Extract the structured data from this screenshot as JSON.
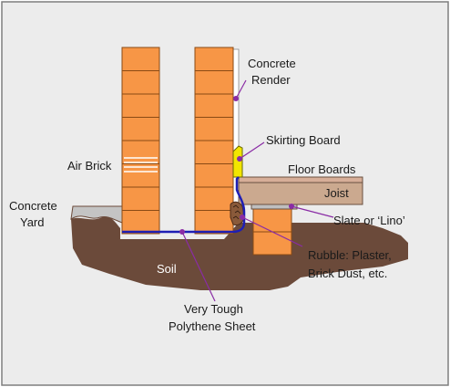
{
  "colors": {
    "background": "#ececec",
    "border": "#7f7f7f",
    "brick": "#f79646",
    "brick_stroke": "#8a4a14",
    "soil": "#6b4a3a",
    "concrete_yard": "#c4c4c4",
    "render": "#ffffff",
    "skirting": "#f2e600",
    "floor_boards": "#d7ae98",
    "joist": "#cba98f",
    "polythene": "#1f1fb4",
    "leader": "#8a2ca5",
    "air_brick_stripe": "#ffffff"
  },
  "labels": {
    "concrete_render": [
      "Concrete",
      "Render"
    ],
    "skirting_board": "Skirting Board",
    "air_brick": "Air Brick",
    "floor_boards": "Floor Boards",
    "joist": "Joist",
    "concrete_yard": [
      "Concrete",
      "Yard"
    ],
    "slate_lino": "Slate or ‘Lino’",
    "rubble": [
      "Rubble: Plaster,",
      "Brick Dust, etc."
    ],
    "soil": "Soil",
    "polythene": [
      "Very Tough",
      "Polythene Sheet"
    ]
  }
}
